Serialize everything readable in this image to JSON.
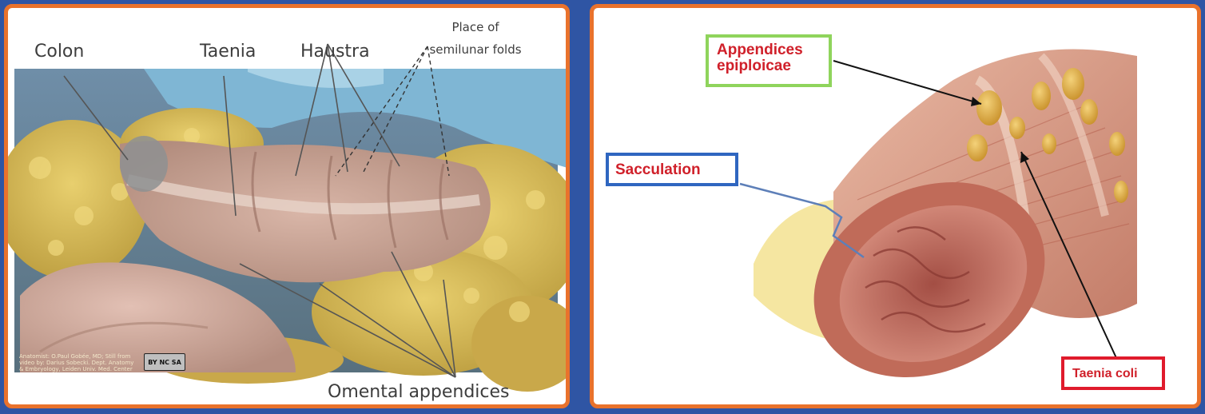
{
  "left_panel": {
    "labels": {
      "colon": "Colon",
      "taenia": "Taenia",
      "haustra": "Haustra",
      "semilunar_line1": "Place of",
      "semilunar_line2": "semilunar folds",
      "omental": "Omental appendices"
    },
    "credit": "Anatomist: O.Paul Gobée, MD; Still from video by: Darius Sobecki. Dept. Anatomy & Embryology, Leiden Univ. Med. Center",
    "license_badge": "BY NC SA"
  },
  "right_panel": {
    "labels": {
      "appendices_line1": "Appendices",
      "appendices_line2": "epiploicae",
      "sacculation": "Sacculation",
      "taenia_coli": "Taenia coli"
    }
  },
  "colors": {
    "background": "#2f55a4",
    "panel_border": "#e9722c",
    "label_text": "#d0202a",
    "appendices_box_border": "#8fd45c",
    "sacculation_box_border": "#2f66c0",
    "taenia_box_border": "#e01b2c"
  }
}
